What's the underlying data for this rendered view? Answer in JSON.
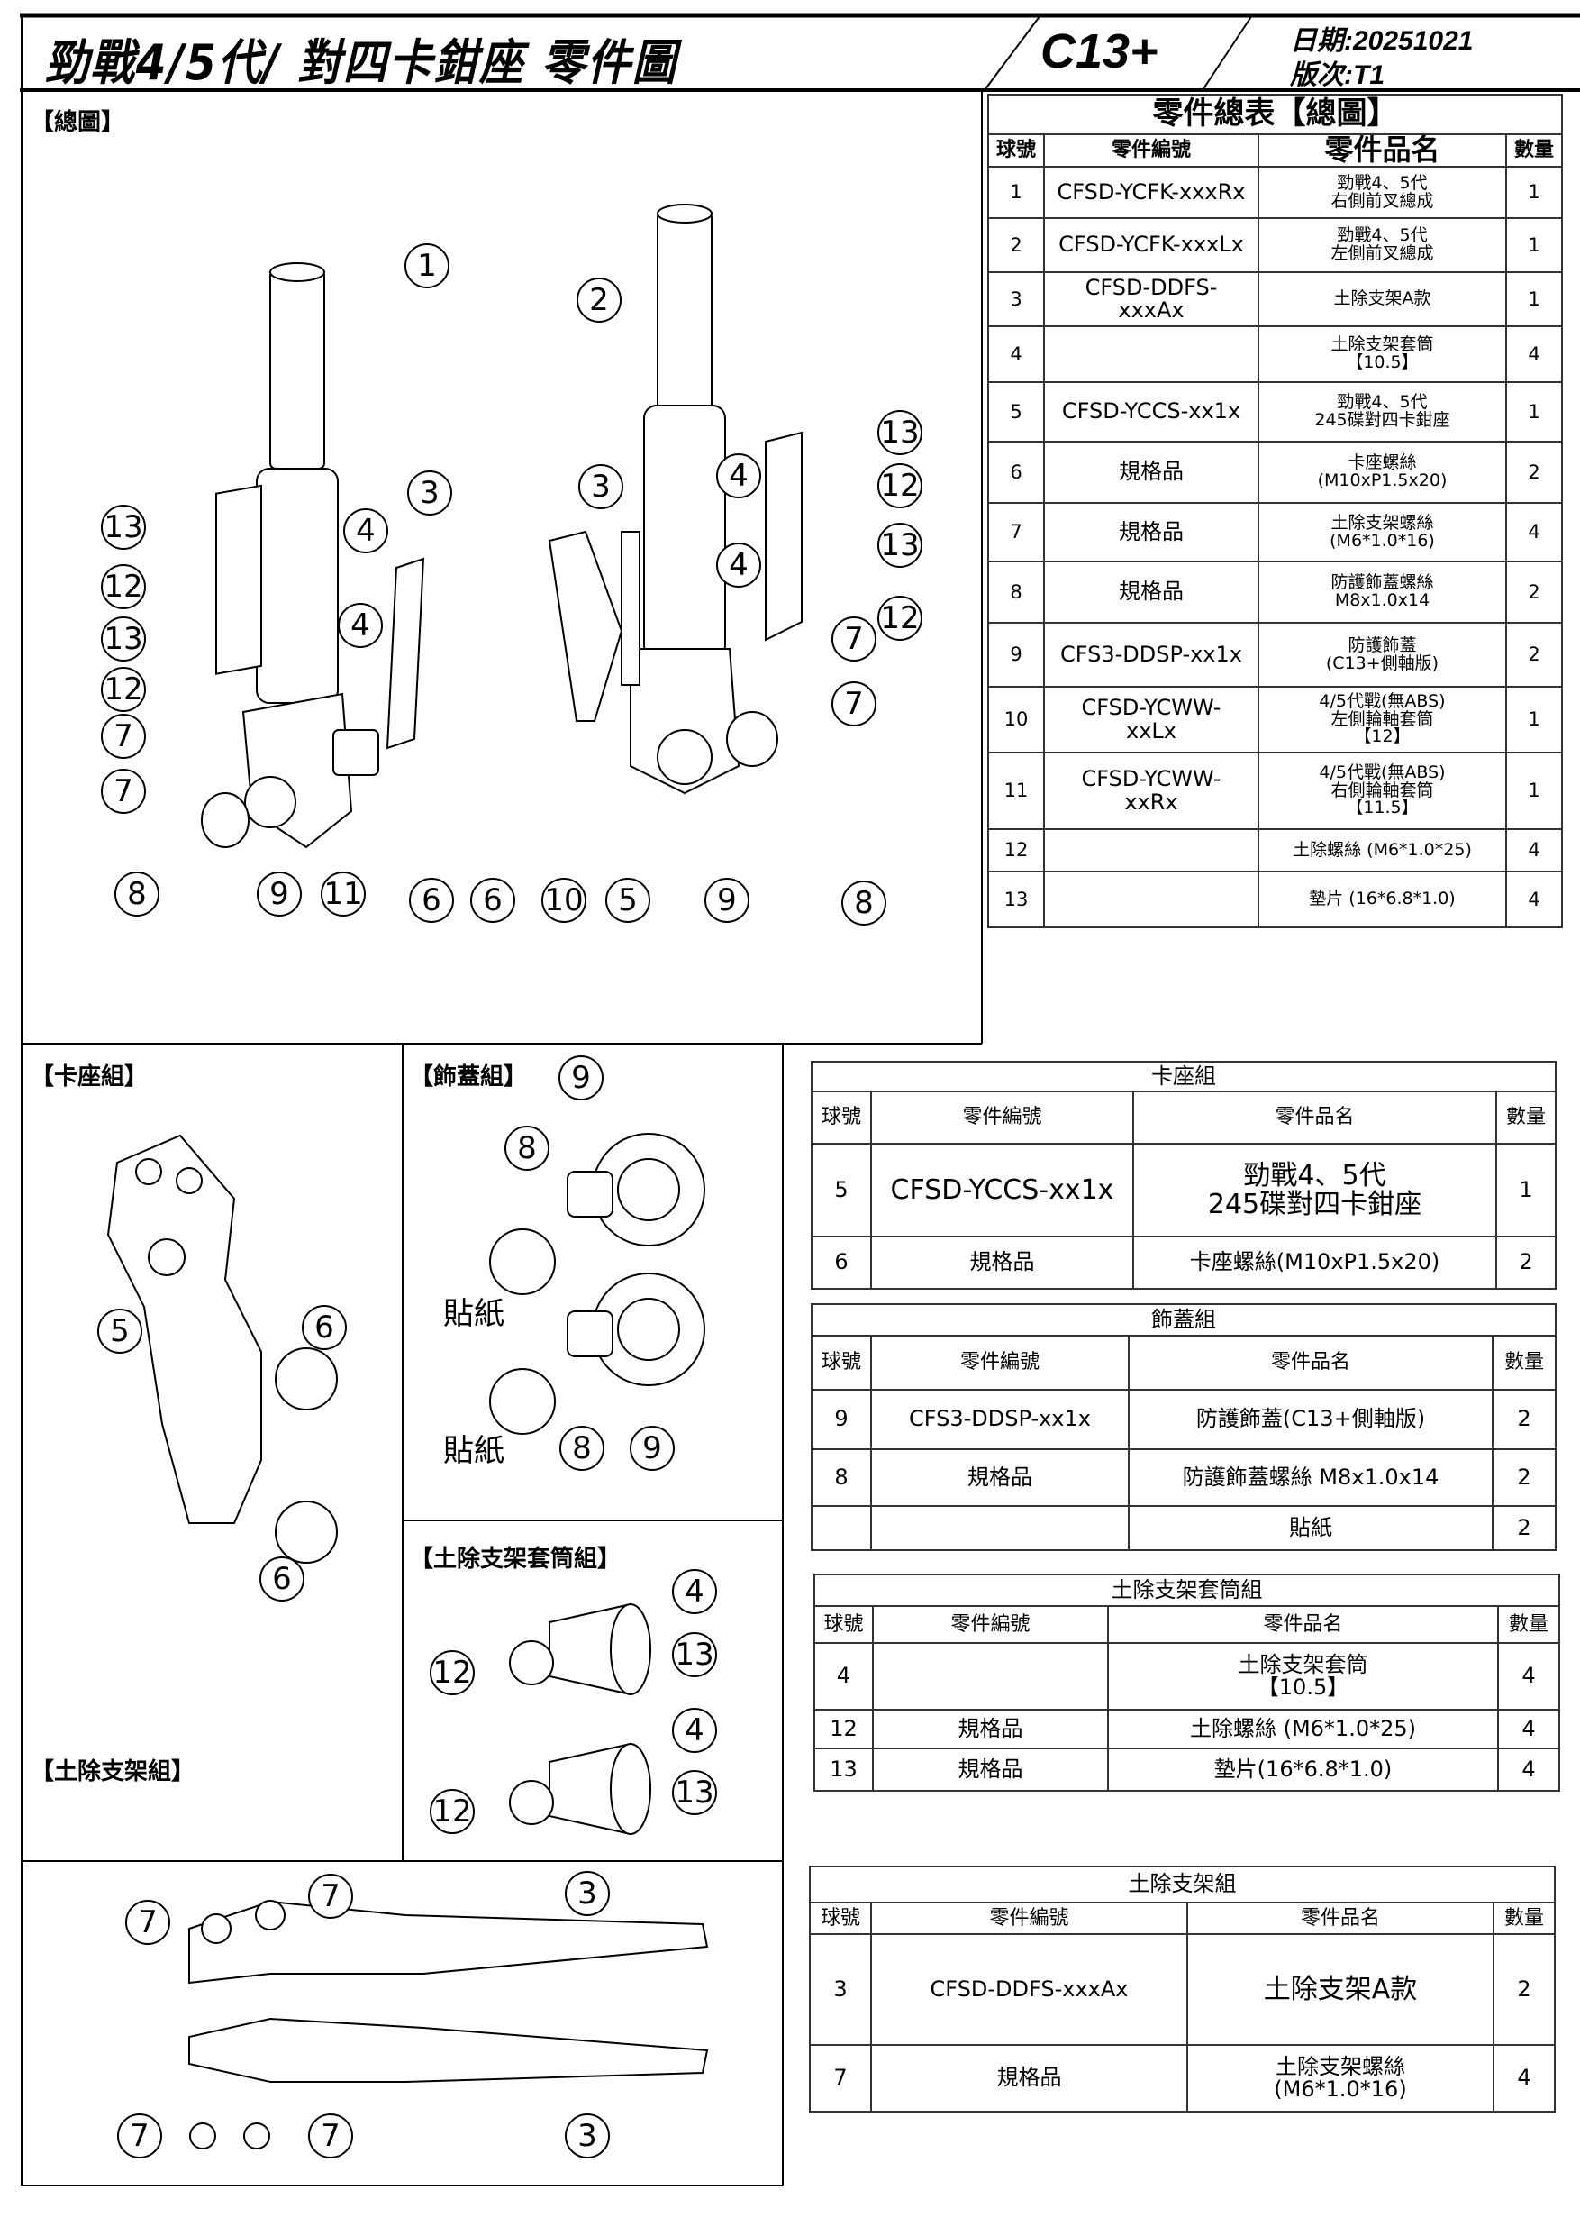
{
  "header": {
    "title": "勁戰4/5代/ 對四卡鉗座  零件圖",
    "model": "C13+",
    "date": "日期:20251021",
    "version": "版次:T1"
  },
  "sections": {
    "overview": "【總圖】",
    "caliper": "【卡座組】",
    "cover": "【飾蓋組】",
    "sleeve": "【土除支架套筒組】",
    "bracket": "【土除支架組】"
  },
  "sticker_label": "貼紙",
  "callouts": {
    "overview": [
      "1",
      "2",
      "3",
      "3",
      "4",
      "4",
      "4",
      "4",
      "13",
      "12",
      "13",
      "12",
      "7",
      "7",
      "13",
      "12",
      "13",
      "12",
      "7",
      "7",
      "8",
      "9",
      "11",
      "6",
      "6",
      "10",
      "5",
      "9",
      "8"
    ],
    "caliper": [
      "5",
      "6",
      "6"
    ],
    "cover": [
      "9",
      "8",
      "8",
      "9"
    ],
    "sleeve": [
      "4",
      "13",
      "12",
      "4",
      "13",
      "12"
    ],
    "bracket": [
      "7",
      "7",
      "3",
      "3",
      "7",
      "7"
    ]
  },
  "main_table": {
    "title": "零件總表【總圖】",
    "headers": [
      "球號",
      "零件編號",
      "零件品名",
      "數量"
    ],
    "rows": [
      {
        "no": "1",
        "code": "CFSD-YCFK-xxxRx",
        "name": "勁戰4、5代\n右側前叉總成",
        "qty": "1"
      },
      {
        "no": "2",
        "code": "CFSD-YCFK-xxxLx",
        "name": "勁戰4、5代\n左側前叉總成",
        "qty": "1"
      },
      {
        "no": "3",
        "code": "CFSD-DDFS-\nxxxAx",
        "name": "土除支架A款",
        "qty": "1"
      },
      {
        "no": "4",
        "code": "",
        "name": "土除支架套筒\n【10.5】",
        "qty": "4"
      },
      {
        "no": "5",
        "code": "CFSD-YCCS-xx1x",
        "name": "勁戰4、5代\n245碟對四卡鉗座",
        "qty": "1"
      },
      {
        "no": "6",
        "code": "規格品",
        "name": "卡座螺絲\n(M10xP1.5x20)",
        "qty": "2"
      },
      {
        "no": "7",
        "code": "規格品",
        "name": "土除支架螺絲\n(M6*1.0*16)",
        "qty": "4"
      },
      {
        "no": "8",
        "code": "規格品",
        "name": "防護飾蓋螺絲\nM8x1.0x14",
        "qty": "2"
      },
      {
        "no": "9",
        "code": "CFS3-DDSP-xx1x",
        "name": "防護飾蓋\n(C13+側軸版)",
        "qty": "2"
      },
      {
        "no": "10",
        "code": "CFSD-YCWW-\nxxLx",
        "name": "4/5代戰(無ABS)\n左側輪軸套筒\n【12】",
        "qty": "1"
      },
      {
        "no": "11",
        "code": "CFSD-YCWW-\nxxRx",
        "name": "4/5代戰(無ABS)\n右側輪軸套筒\n【11.5】",
        "qty": "1"
      },
      {
        "no": "12",
        "code": "",
        "name": "土除螺絲 (M6*1.0*25)",
        "qty": "4"
      },
      {
        "no": "13",
        "code": "",
        "name": "墊片 (16*6.8*1.0)",
        "qty": "4"
      }
    ]
  },
  "caliper_table": {
    "title": "卡座組",
    "headers": [
      "球號",
      "零件編號",
      "零件品名",
      "數量"
    ],
    "rows": [
      {
        "no": "5",
        "code": "CFSD-YCCS-xx1x",
        "name": "勁戰4、5代\n245碟對四卡鉗座",
        "qty": "1"
      },
      {
        "no": "6",
        "code": "規格品",
        "name": "卡座螺絲(M10xP1.5x20)",
        "qty": "2"
      }
    ]
  },
  "cover_table": {
    "title": "飾蓋組",
    "headers": [
      "球號",
      "零件編號",
      "零件品名",
      "數量"
    ],
    "rows": [
      {
        "no": "9",
        "code": "CFS3-DDSP-xx1x",
        "name": "防護飾蓋(C13+側軸版)",
        "qty": "2"
      },
      {
        "no": "8",
        "code": "規格品",
        "name": "防護飾蓋螺絲 M8x1.0x14",
        "qty": "2"
      },
      {
        "no": "",
        "code": "",
        "name": "貼紙",
        "qty": "2"
      }
    ]
  },
  "sleeve_table": {
    "title": "土除支架套筒組",
    "headers": [
      "球號",
      "零件編號",
      "零件品名",
      "數量"
    ],
    "rows": [
      {
        "no": "4",
        "code": "",
        "name": "土除支架套筒\n【10.5】",
        "qty": "4"
      },
      {
        "no": "12",
        "code": "規格品",
        "name": "土除螺絲 (M6*1.0*25)",
        "qty": "4"
      },
      {
        "no": "13",
        "code": "規格品",
        "name": "墊片(16*6.8*1.0)",
        "qty": "4"
      }
    ]
  },
  "bracket_table": {
    "title": "土除支架組",
    "headers": [
      "球號",
      "零件編號",
      "零件品名",
      "數量"
    ],
    "rows": [
      {
        "no": "3",
        "code": "CFSD-DDFS-xxxAx",
        "name": "土除支架A款",
        "qty": "2"
      },
      {
        "no": "7",
        "code": "規格品",
        "name": "土除支架螺絲\n(M6*1.0*16)",
        "qty": "4"
      }
    ]
  }
}
